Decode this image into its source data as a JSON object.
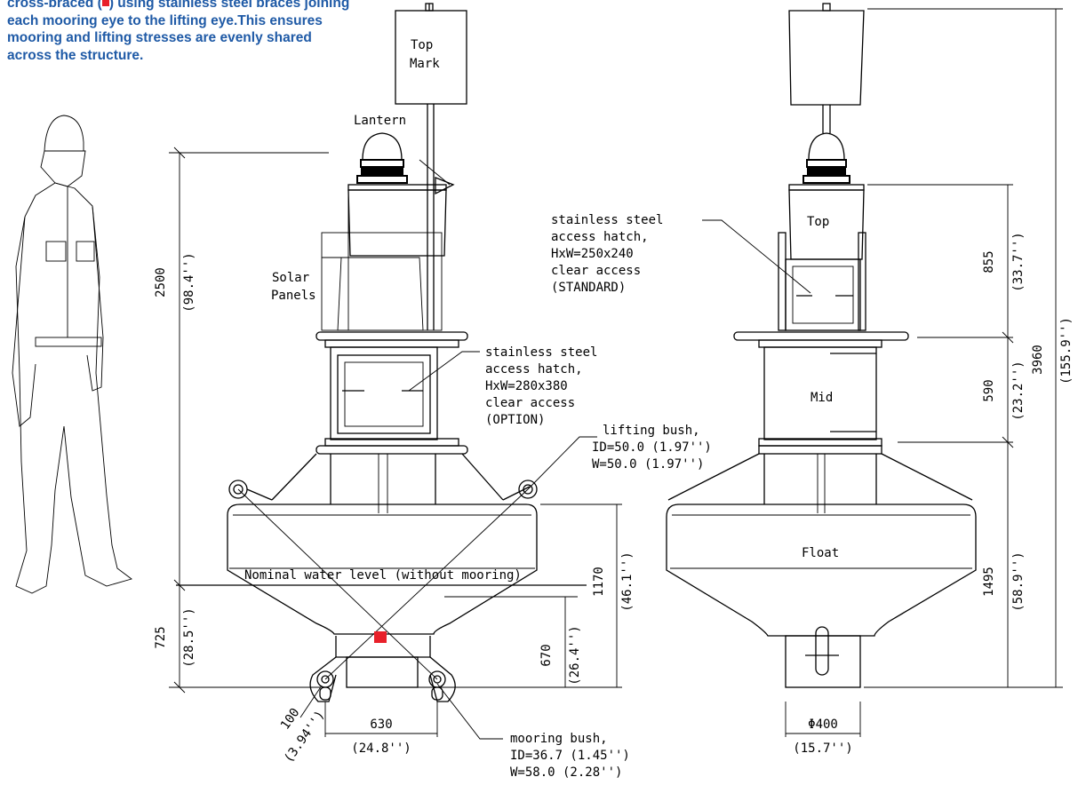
{
  "intro": {
    "pre": "cross-braced (",
    "post": ") using stainless steel braces joining each mooring eye to the lifting eye.This ensures mooring and lifting stresses are evenly shared across the structure."
  },
  "labels": {
    "top_mark_1": "Top",
    "top_mark_2": "Mark",
    "lantern": "Lantern",
    "solar_1": "Solar",
    "solar_2": "Panels",
    "water_level": "Nominal water level (without mooring)",
    "top_section": "Top",
    "mid_section": "Mid",
    "float_section": "Float"
  },
  "callouts": {
    "hatch_option": [
      "stainless steel",
      "access hatch,",
      "HxW=280x380",
      "clear access",
      "(OPTION)"
    ],
    "hatch_standard": [
      "stainless steel",
      "access hatch,",
      "HxW=250x240",
      "clear access",
      "(STANDARD)"
    ],
    "lifting_bush": [
      "lifting bush,",
      "ID=50.0  (1.97'')",
      "W=50.0  (1.97'')"
    ],
    "mooring_bush": [
      "mooring bush,",
      "ID=36.7  (1.45'')",
      "W=58.0  (2.28'')"
    ]
  },
  "dimensions": {
    "d2500": "2500",
    "d2500_in": "(98.4'')",
    "d725": "725",
    "d725_in": "(28.5'')",
    "d100": "100",
    "d100_in": "(3.94'')",
    "d630": "630",
    "d630_in": "(24.8'')",
    "d670": "670",
    "d670_in": "(26.4'')",
    "d1170": "1170",
    "d1170_in": "(46.1'')",
    "d855": "855",
    "d855_in": "(33.7'')",
    "d590": "590",
    "d590_in": "(23.2'')",
    "d1495": "1495",
    "d1495_in": "(58.9'')",
    "d3960": "3960",
    "d3960_in": "(155.9'')",
    "d400": "Φ400",
    "d400_in": "(15.7'')"
  },
  "colors": {
    "accent_red": "#e8202a",
    "text_blue": "#1f5aa6"
  }
}
